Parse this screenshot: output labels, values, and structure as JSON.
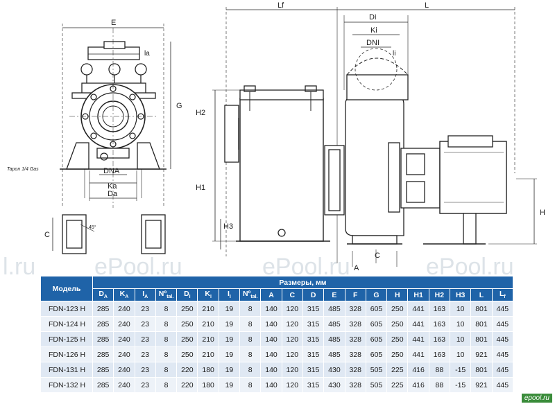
{
  "watermarks": [
    "l.ru",
    "ePool.ru",
    "ePool.ru",
    "ePool.ru"
  ],
  "drawing_labels": {
    "E": "E",
    "G": "G",
    "la": "la",
    "tapon": "Tapon 1/4 Gas",
    "DNA": "DNA",
    "Ka": "Ka",
    "Da": "Da",
    "C_left": "C",
    "angle": "45°",
    "Lf": "Lf",
    "L": "L",
    "Di": "Di",
    "Ki": "Ki",
    "DNI": "DNI",
    "li": "li",
    "H2": "H2",
    "H1": "H1",
    "H3": "H3",
    "H": "H",
    "A": "A",
    "C_right": "C"
  },
  "table": {
    "model_header": "Модель",
    "group_header": "Размеры, мм",
    "columns": [
      {
        "base": "D",
        "sub": "A"
      },
      {
        "base": "K",
        "sub": "A"
      },
      {
        "base": "I",
        "sub": "A"
      },
      {
        "base": "Nº",
        "sub": "tal."
      },
      {
        "base": "D",
        "sub": "I"
      },
      {
        "base": "K",
        "sub": "I"
      },
      {
        "base": "I",
        "sub": "I"
      },
      {
        "base": "Nº",
        "sub": "tal."
      },
      {
        "base": "A",
        "sub": ""
      },
      {
        "base": "C",
        "sub": ""
      },
      {
        "base": "D",
        "sub": ""
      },
      {
        "base": "E",
        "sub": ""
      },
      {
        "base": "F",
        "sub": ""
      },
      {
        "base": "G",
        "sub": ""
      },
      {
        "base": "H",
        "sub": ""
      },
      {
        "base": "H1",
        "sub": ""
      },
      {
        "base": "H2",
        "sub": ""
      },
      {
        "base": "H3",
        "sub": ""
      },
      {
        "base": "L",
        "sub": ""
      },
      {
        "base": "L",
        "sub": "f"
      }
    ],
    "rows": [
      {
        "model": "FDN-123 H",
        "values": [
          "285",
          "240",
          "23",
          "8",
          "250",
          "210",
          "19",
          "8",
          "140",
          "120",
          "315",
          "485",
          "328",
          "605",
          "250",
          "441",
          "163",
          "10",
          "801",
          "445"
        ]
      },
      {
        "model": "FDN-124 H",
        "values": [
          "285",
          "240",
          "23",
          "8",
          "250",
          "210",
          "19",
          "8",
          "140",
          "120",
          "315",
          "485",
          "328",
          "605",
          "250",
          "441",
          "163",
          "10",
          "801",
          "445"
        ]
      },
      {
        "model": "FDN-125 H",
        "values": [
          "285",
          "240",
          "23",
          "8",
          "250",
          "210",
          "19",
          "8",
          "140",
          "120",
          "315",
          "485",
          "328",
          "605",
          "250",
          "441",
          "163",
          "10",
          "801",
          "445"
        ]
      },
      {
        "model": "FDN-126 H",
        "values": [
          "285",
          "240",
          "23",
          "8",
          "250",
          "210",
          "19",
          "8",
          "140",
          "120",
          "315",
          "485",
          "328",
          "605",
          "250",
          "441",
          "163",
          "10",
          "921",
          "445"
        ]
      },
      {
        "model": "FDN-131 H",
        "values": [
          "285",
          "240",
          "23",
          "8",
          "220",
          "180",
          "19",
          "8",
          "140",
          "120",
          "315",
          "430",
          "328",
          "505",
          "225",
          "416",
          "88",
          "-15",
          "801",
          "445"
        ]
      },
      {
        "model": "FDN-132 H",
        "values": [
          "285",
          "240",
          "23",
          "8",
          "220",
          "180",
          "19",
          "8",
          "140",
          "120",
          "315",
          "430",
          "328",
          "505",
          "225",
          "416",
          "88",
          "-15",
          "921",
          "445"
        ]
      }
    ]
  },
  "logo_text": "epool.ru"
}
